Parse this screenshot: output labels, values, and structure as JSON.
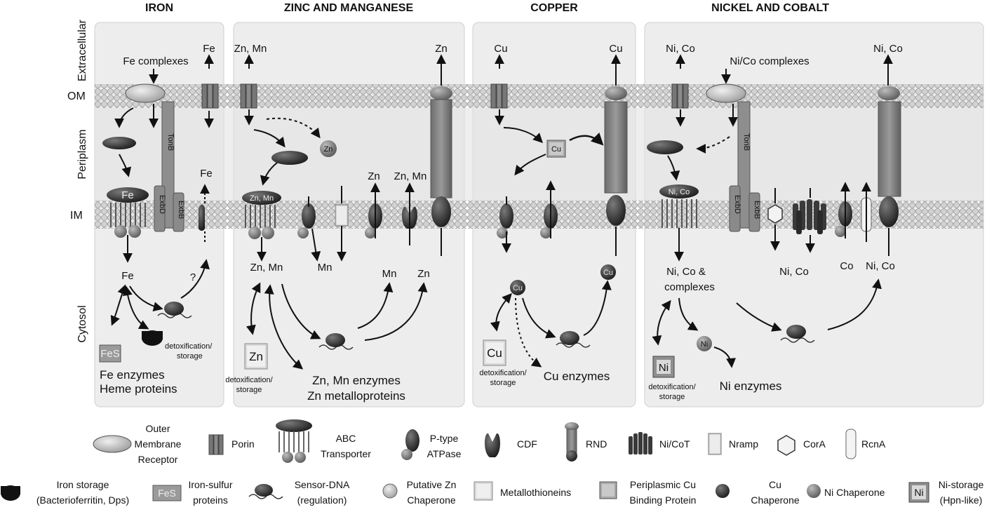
{
  "headers": {
    "iron": "IRON",
    "zinc": "ZINC AND  MANGANESE",
    "copper": "COPPER",
    "nickel": "NICKEL AND COBALT"
  },
  "side_labels": {
    "extracellular": "Extracellular",
    "om": "OM",
    "periplasm": "Periplasm",
    "im": "IM",
    "cytosol": "Cytosol"
  },
  "iron": {
    "fe_complexes": "Fe complexes",
    "fe_top": "Fe",
    "tonb": "TonB",
    "exbd": "ExbD",
    "exbb": "ExbB",
    "fe_abc": "Fe",
    "fe_peri": "Fe",
    "fe_cyto": "Fe",
    "question": "?",
    "fes": "FeS",
    "detox1": "detoxification/",
    "detox2": "storage",
    "enzymes": "Fe enzymes",
    "heme": "Heme proteins"
  },
  "zinc": {
    "zn_mn_top": "Zn, Mn",
    "zn_top_right": "Zn",
    "zn_chaperone": "Zn",
    "zn_mn_abc": "Zn, Mn",
    "zn_exp": "Zn",
    "zn_mn_exp": "Zn, Mn",
    "zn_mn_cyto": "Zn, Mn",
    "mn_cyto": "Mn",
    "mn_out": "Mn",
    "zn_out": "Zn",
    "zn_mt": "Zn",
    "detox1": "detoxification/",
    "detox2": "storage",
    "enzymes": "Zn, Mn enzymes",
    "metallo": "Zn metalloproteins"
  },
  "copper": {
    "cu_top_left": "Cu",
    "cu_top_right": "Cu",
    "cu_peri": "Cu",
    "cu_chap1": "Cu",
    "cu_chap2": "Cu",
    "cu_mt": "Cu",
    "detox1": "detoxification/",
    "detox2": "storage",
    "enzymes": "Cu enzymes"
  },
  "nickel": {
    "nico_top": "Ni, Co",
    "nico_complexes": "Ni/Co complexes",
    "nico_top_right": "Ni, Co",
    "tonb": "TonB",
    "exbd": "ExbD",
    "exbb": "ExbB",
    "nico_abc": "Ni, Co",
    "nico_cyto1": "Ni, Co &",
    "nico_cyto2": "complexes",
    "nico_mid": "Ni, Co",
    "co": "Co",
    "nico_right": "Ni, Co",
    "ni_chap": "Ni",
    "ni_storage": "Ni",
    "detox1": "detoxification/",
    "detox2": "storage",
    "enzymes": "Ni enzymes"
  },
  "legend_row1": {
    "omr1": "Outer",
    "omr2": "Membrane",
    "omr3": "Receptor",
    "porin": "Porin",
    "abc1": "ABC",
    "abc2": "Transporter",
    "ptype1": "P-type",
    "ptype2": "ATPase",
    "cdf": "CDF",
    "rnd": "RND",
    "nicot": "Ni/CoT",
    "nramp": "Nramp",
    "cora": "CorA",
    "rcna": "RcnA"
  },
  "legend_row2": {
    "fest1": "Iron storage",
    "fest2": "(Bacterioferritin, Dps)",
    "fes_icon": "FeS",
    "fes1": "Iron-sulfur",
    "fes2": "proteins",
    "sens1": "Sensor-DNA",
    "sens2": "(regulation)",
    "znch1": "Putative Zn",
    "znch2": "Chaperone",
    "mt": "Metallothioneins",
    "pcu1": "Periplasmic Cu",
    "pcu2": "Binding Protein",
    "cuch1": "Cu",
    "cuch2": "Chaperone",
    "nich": "Ni Chaperone",
    "ni_icon": "Ni",
    "nist1": "Ni-storage",
    "nist2": "(Hpn-like)"
  }
}
